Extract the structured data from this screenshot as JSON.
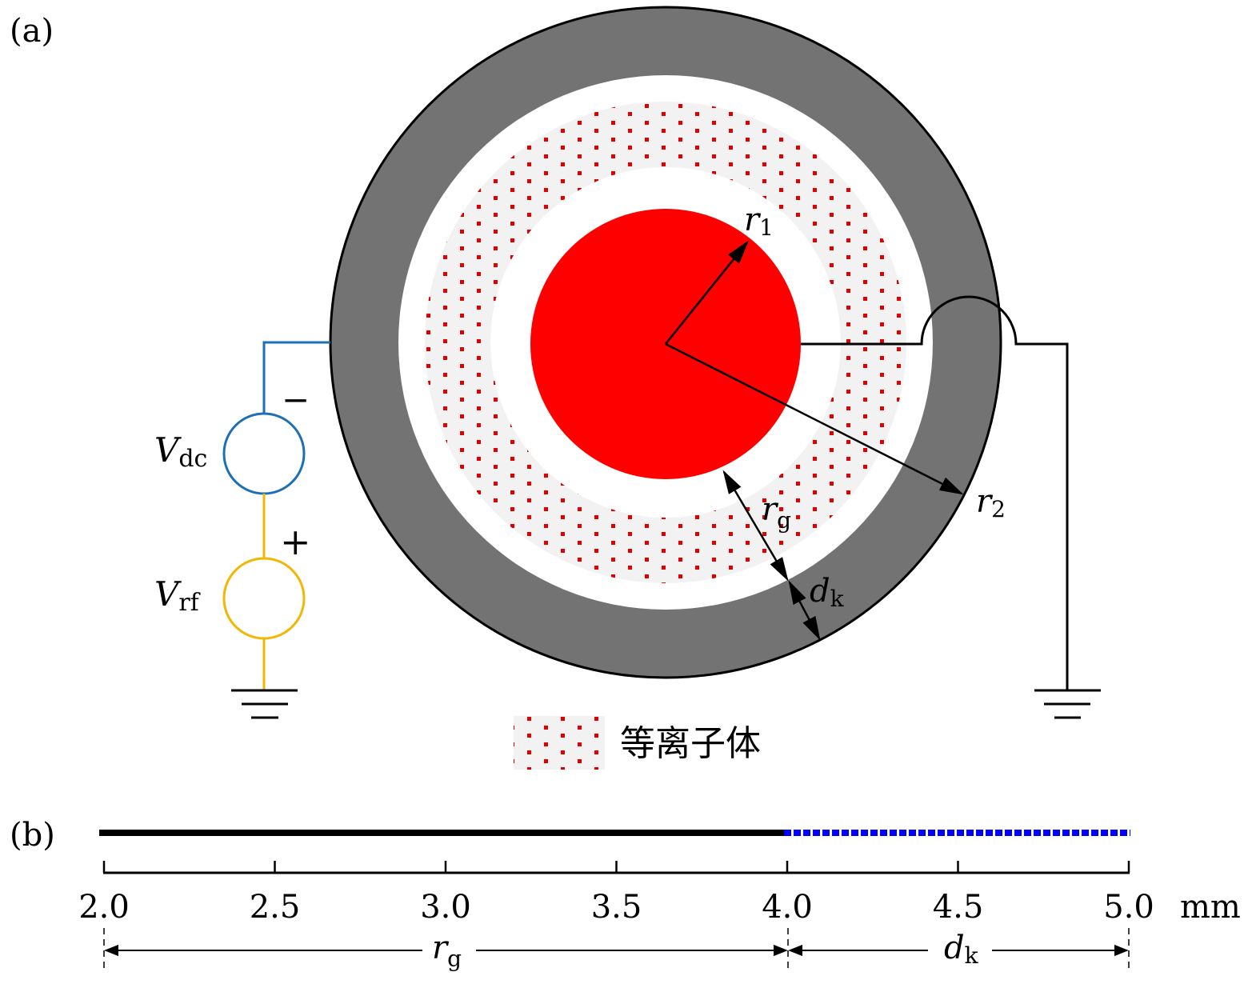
{
  "panel_a": {
    "label": "(a)",
    "labels": {
      "r1": "r",
      "r1_sub": "1",
      "r2": "r",
      "r2_sub": "2",
      "rg": "r",
      "rg_sub": "g",
      "dk": "d",
      "dk_sub": "k"
    },
    "sources": {
      "vdc": "V",
      "vdc_sub": "dc",
      "vrf": "V",
      "vrf_sub": "rf",
      "minus": "−",
      "plus": "+"
    },
    "legend": {
      "text": "等离子体"
    },
    "colors": {
      "electrode": "#ff0000",
      "cathode": "#737373",
      "plasma_bg": "#f2f2f2",
      "plasma_dot": "#e00000",
      "dc": "#1f6fb4",
      "rf": "#f2b705"
    }
  },
  "panel_b": {
    "label": "(b)",
    "ticks": [
      "2.0",
      "2.5",
      "3.0",
      "3.5",
      "4.0",
      "4.5",
      "5.0"
    ],
    "unit": "mm",
    "spans": {
      "rg": "r",
      "rg_sub": "g",
      "dk": "d",
      "dk_sub": "k"
    },
    "colors": {
      "gap_mesh": "#000000",
      "cathode_mesh": "#0000ff"
    }
  }
}
